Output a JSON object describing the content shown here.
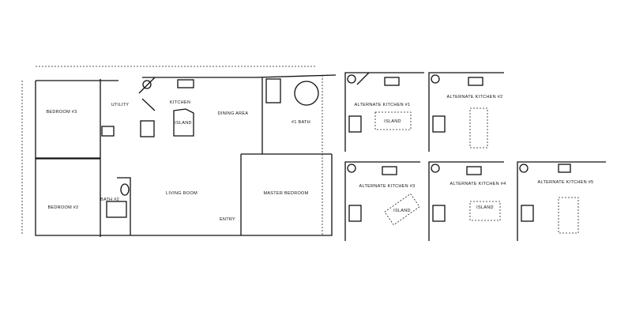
{
  "plan": {
    "rooms": {
      "bedroom3": "BEDROOM #3",
      "bedroom2": "BEDROOM #2",
      "utility": "UTILITY",
      "kitchen": "KITCHEN",
      "island": "ISLAND",
      "dining": "DINING AREA",
      "bath1": "#1 BATH",
      "living": "LIVING ROOM",
      "bath2": "BATH #2",
      "master": "MASTER BEDROOM",
      "entry": "ENTRY"
    }
  },
  "alternates": [
    {
      "label": "ALTERNATE KITCHEN #1",
      "island": "ISLAND"
    },
    {
      "label": "ALTERNATE KITCHEN #2"
    },
    {
      "label": "ALTERNATE KITCHEN #3",
      "island": "ISLAND"
    },
    {
      "label": "ALTERNATE KITCHEN #4",
      "island": "ISLAND"
    },
    {
      "label": "ALTERNATE KITCHEN #5"
    }
  ]
}
